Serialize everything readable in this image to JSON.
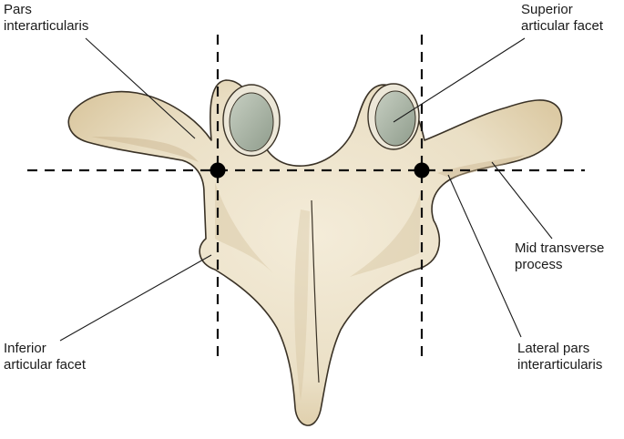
{
  "labels": {
    "pars_interarticularis": [
      "Pars",
      "interarticularis"
    ],
    "superior_articular_facet": [
      "Superior",
      "articular facet"
    ],
    "mid_transverse_process": [
      "Mid transverse",
      "process"
    ],
    "inferior_articular_facet": [
      "Inferior",
      "articular facet"
    ],
    "lateral_pars_interarticularis": [
      "Lateral pars",
      "interarticularis"
    ]
  },
  "colors": {
    "bone_fill": "#ede3cc",
    "bone_shadow": "#c9b48e",
    "bone_outline": "#3a3226",
    "facet_fill": "#aab5a6",
    "facet_rim": "#e9e4d6",
    "guide_line": "#111111"
  }
}
